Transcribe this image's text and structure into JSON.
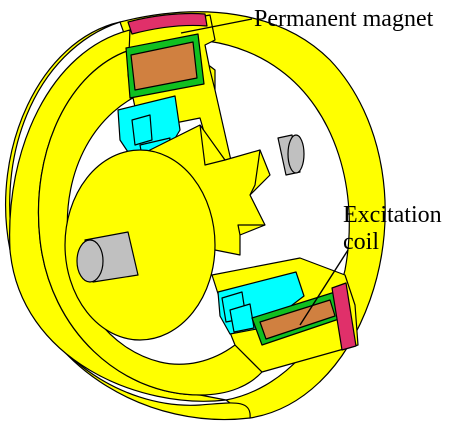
{
  "labels": {
    "permanent_magnet": "Permanent magnet",
    "excitation_line1": "Excitation",
    "excitation_line2": "coil"
  },
  "colors": {
    "body_yellow": "#ffff00",
    "magnet_magenta": "#e0306a",
    "insulation_green": "#10c020",
    "coil_orange": "#d08040",
    "stator_cyan": "#00ffff",
    "shaft_gray": "#c0c0c0",
    "outline": "#000000"
  }
}
